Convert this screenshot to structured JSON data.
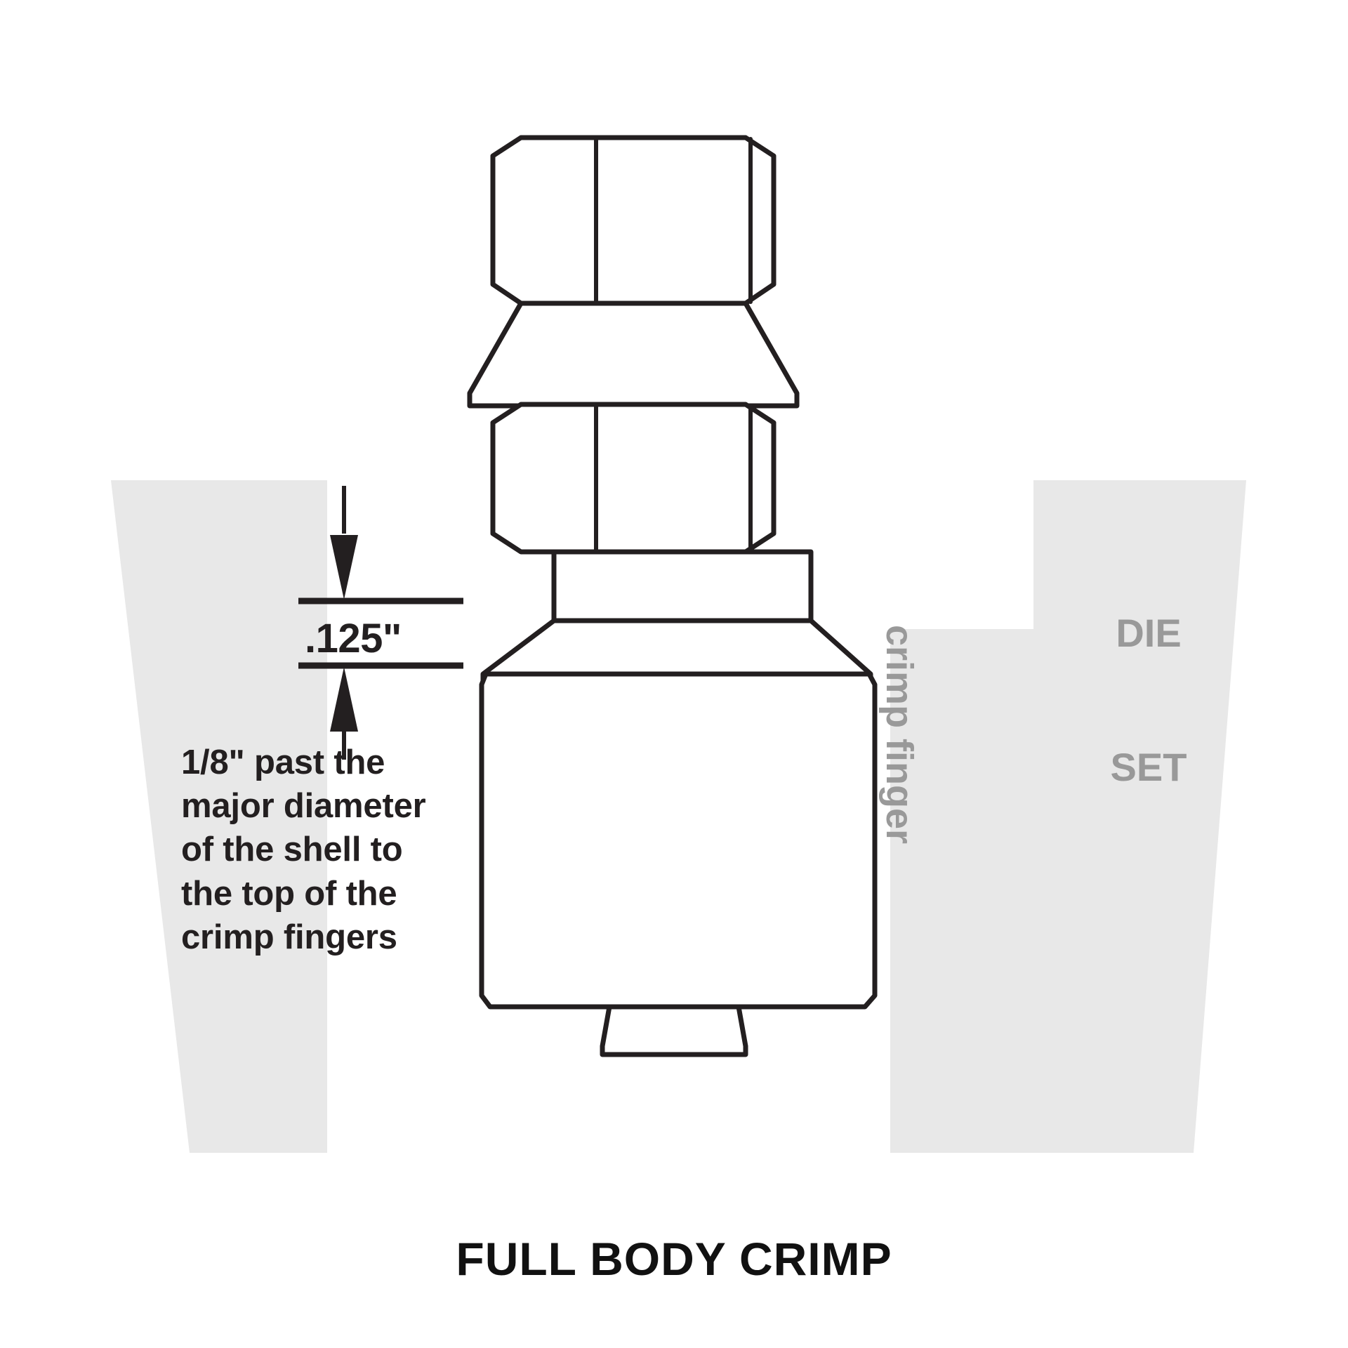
{
  "caption": {
    "title": "FULL BODY CRIMP"
  },
  "dimension": {
    "value": ".125\"",
    "arrow_top_name": "down-arrow",
    "arrow_bottom_name": "up-arrow"
  },
  "instruction": {
    "lines": [
      "1/8\" past the",
      "major diameter",
      "of the shell to",
      "the top of the",
      "crimp fingers"
    ],
    "full_text": "1/8\" past the major diameter of the shell to the top of the crimp fingers"
  },
  "die": {
    "label_lines": [
      "DIE",
      "SET"
    ],
    "crimp_finger_label": "crimp finger"
  },
  "colors": {
    "die_fill": "#e8e8e8",
    "die_label_text": "#999999",
    "line_stroke": "#231f20",
    "body_text": "#231f20",
    "caption_text": "#111111",
    "background": "#ffffff"
  },
  "fitting": {
    "parts": [
      "upper-hex-nut",
      "upper-taper-collar",
      "lower-hex-nut",
      "collar-band",
      "shell-shoulder-taper",
      "shell-body",
      "bottom-stub"
    ]
  }
}
